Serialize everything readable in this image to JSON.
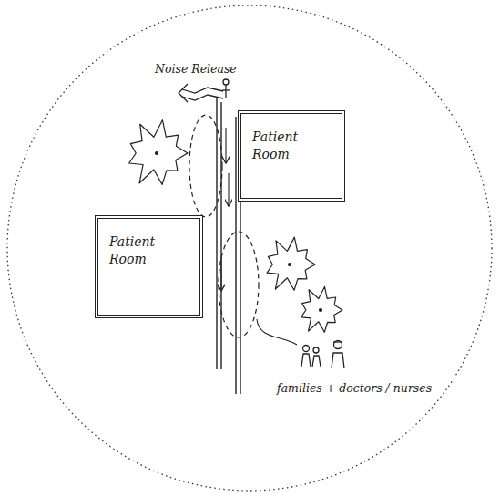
{
  "diagram": {
    "nodes": [
      {
        "text": [
          "Patient Room"
        ]
      },
      {
        "text": [
          "Patient Room"
        ]
      }
    ],
    "labels": [
      "Noise Release",
      "families + doctors / nurses"
    ]
  }
}
